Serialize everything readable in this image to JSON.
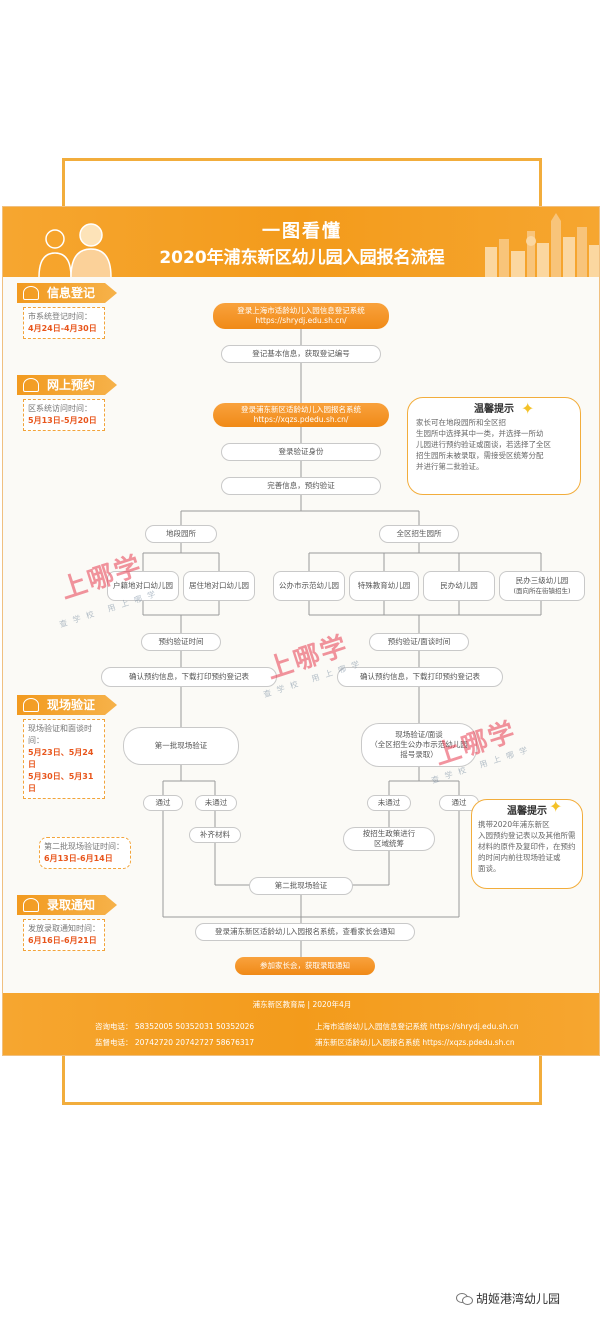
{
  "header": {
    "title1": "一图看懂",
    "title2": "2020年浦东新区幼儿园入园报名流程"
  },
  "sections": {
    "info": {
      "label": "信息登记",
      "time_label": "市系统登记时间：",
      "time_value": "4月24日-4月30日"
    },
    "online": {
      "label": "网上预约",
      "time_label": "区系统访问时间：",
      "time_value": "5月13日-5月20日"
    },
    "onsite": {
      "label": "现场验证",
      "time_label": "现场验证和面谈时间：",
      "time_value1": "5月23日、5月24日",
      "time_value2": "5月30日、5月31日"
    },
    "second_time": {
      "time_label": "第二批现场验证时间：",
      "time_value": "6月13日-6月14日"
    },
    "admit": {
      "label": "录取通知",
      "time_label": "发放录取通知时间：",
      "time_value": "6月16日-6月21日"
    }
  },
  "flow": {
    "login_city": "登录上海市适龄幼儿入园信息登记系统",
    "login_city_url": "https://shrydj.edu.sh.cn/",
    "register_basic": "登记基本信息，获取登记编号",
    "login_district": "登录浦东新区适龄幼儿入园报名系统",
    "login_district_url": "https://xqzs.pdedu.sh.cn/",
    "verify_identity": "登录验证身份",
    "complete_info": "完善信息，预约验证",
    "local_school": "地段园所",
    "district_school": "全区招生园所",
    "hukou_local": "户籍地对口幼儿园",
    "residence_local": "居住地对口幼儿园",
    "public_demo": "公办市示范幼儿园",
    "special_edu": "特殊教育幼儿园",
    "private": "民办幼儿园",
    "private_level3": "民办三级幼儿园",
    "private_level3_note": "(面向所在街镇招生)",
    "appt_time_left": "预约验证时间",
    "appt_time_right": "预约验证/面谈时间",
    "confirm_left": "确认预约信息，下载打印预约登记表",
    "confirm_right": "确认预约信息，下载打印预约登记表",
    "first_batch": "第一批现场验证",
    "onsite_interview1": "现场验证/面谈",
    "onsite_interview2": "（全区招生公办市示范幼儿园",
    "onsite_interview3": "摇号录取）",
    "pass": "通过",
    "not_pass": "未通过",
    "supplement": "补齐材料",
    "policy1": "按招生政策进行",
    "policy2": "区域统筹",
    "second_batch": "第二批现场验证",
    "login_notice": "登录浦东新区适龄幼儿入园报名系统，查看家长会通知",
    "attend_notice": "参加家长会，获取录取通知"
  },
  "tips": {
    "tip1_title": "温馨提示",
    "tip1_lines": [
      "家长可在地段园所和全区招",
      "生园所中选择其中一类，并选择一所幼",
      "儿园进行预约验证或面谈，若选择了全区",
      "招生园所未被录取，需接受区统筹分配",
      "并进行第二批验证。"
    ],
    "tip2_title": "温馨提示",
    "tip2_lines": [
      "携带2020年浦东新区",
      "入园预约登记表以及其他所需",
      "材料的原件及复印件，在预约",
      "的时间内前往现场验证或",
      "面谈。"
    ]
  },
  "watermarks": {
    "main": "上哪学",
    "sub": "查学校 用上哪学"
  },
  "footer": {
    "head": "浦东新区教育局  |  2020年4月",
    "consult_label": "咨询电话：",
    "consult_numbers": "58352005   50352031   50352026",
    "supervise_label": "监督电话：",
    "supervise_numbers": "20742720   20742727   58676317",
    "city_system": "上海市适龄幼儿入园信息登记系统  https://shrydj.edu.sh.cn",
    "district_system": "浦东新区适龄幼儿入园报名系统  https://xqzs.pdedu.sh.cn"
  },
  "brand": {
    "name": "胡姬港湾幼儿园"
  },
  "colors": {
    "orange": "#f39b1b",
    "accent": "#e8551b",
    "frame": "#f2ad3c"
  }
}
